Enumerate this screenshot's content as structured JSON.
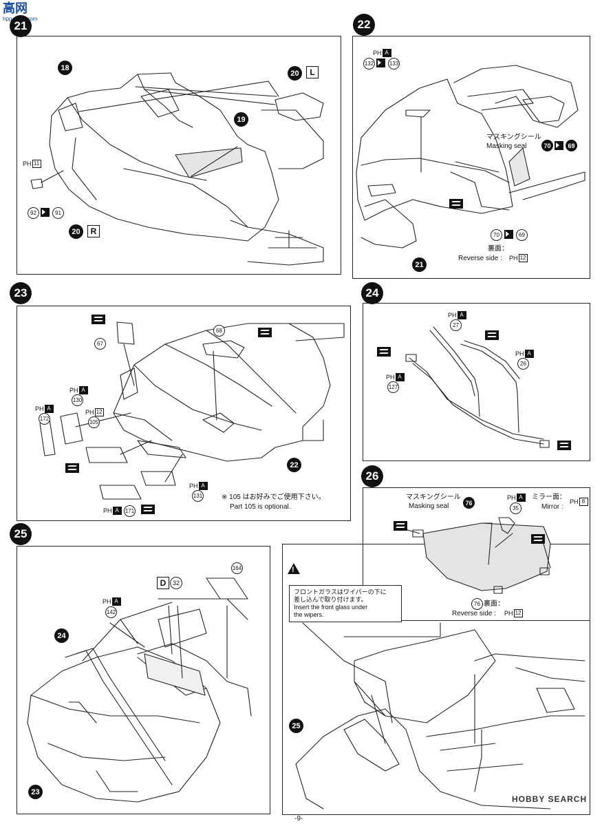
{
  "header": {
    "watermark_cn": "高网",
    "watermark_url": "hpp.shop.com"
  },
  "footer": {
    "page_number": "-9-",
    "logo_text": "HOBBY SEARCH"
  },
  "steps": {
    "s21": {
      "num": "21"
    },
    "s22": {
      "num": "22"
    },
    "s23": {
      "num": "23"
    },
    "s24": {
      "num": "24"
    },
    "s25": {
      "num": "25"
    },
    "s26": {
      "num": "26"
    }
  },
  "s21": {
    "c18": "18",
    "c19": "19",
    "c20a": "20",
    "box_l": "L",
    "c20b": "20",
    "box_r": "R",
    "ph_label": "PH",
    "ph_num": "11",
    "part92": "92",
    "part91": "91"
  },
  "s22": {
    "ph_label": "PH",
    "ph_box": "A",
    "part132": "132",
    "part133": "133",
    "mask_jp": "マスキングシール",
    "mask_en": "Masking seal",
    "c70a": "70",
    "c69a": "69",
    "c70b": "70",
    "c69b": "69",
    "rev_jp": "裏面：",
    "rev_en": "Reverse side :",
    "rev_ph": "PH",
    "rev_num": "12",
    "c21": "21"
  },
  "s23": {
    "part67": "67",
    "part68": "68",
    "ph_label": "PH",
    "ph_a": "A",
    "part130": "130",
    "part172": "172",
    "ph12": "12",
    "part105": "105",
    "part131": "131",
    "part171": "171",
    "c22": "22",
    "opt_jp": "※ 105 はお好みでご使用下さい。",
    "opt_en": "Part 105 is optional."
  },
  "s24": {
    "ph_label": "PH",
    "ph_a": "A",
    "part27": "27",
    "part26": "26",
    "part127": "127"
  },
  "s25": {
    "box_d": "D",
    "part32": "32",
    "part164": "164",
    "ph_label": "PH",
    "ph_a": "A",
    "part142": "142",
    "c24": "24",
    "c23": "23",
    "c25": "25",
    "note_jp1": "フロントガラスはワイパーの下に",
    "note_jp2": "差し込んで取り付けます。",
    "note_en1": "Insert the front glass under",
    "note_en2": "the wipers.",
    "warn": "!"
  },
  "s26": {
    "mask_jp": "マスキングシール",
    "mask_en": "Masking seal",
    "c76a": "76",
    "part76b": "76",
    "rev_jp": "裏面：",
    "rev_en": "Reverse side :",
    "rev_ph": "PH",
    "rev_num": "12",
    "ph_label": "PH",
    "ph_a": "A",
    "part35": "35",
    "mirror_jp": "ミラー面：",
    "mirror_en": "Mirror :",
    "mirror_num": "8"
  }
}
